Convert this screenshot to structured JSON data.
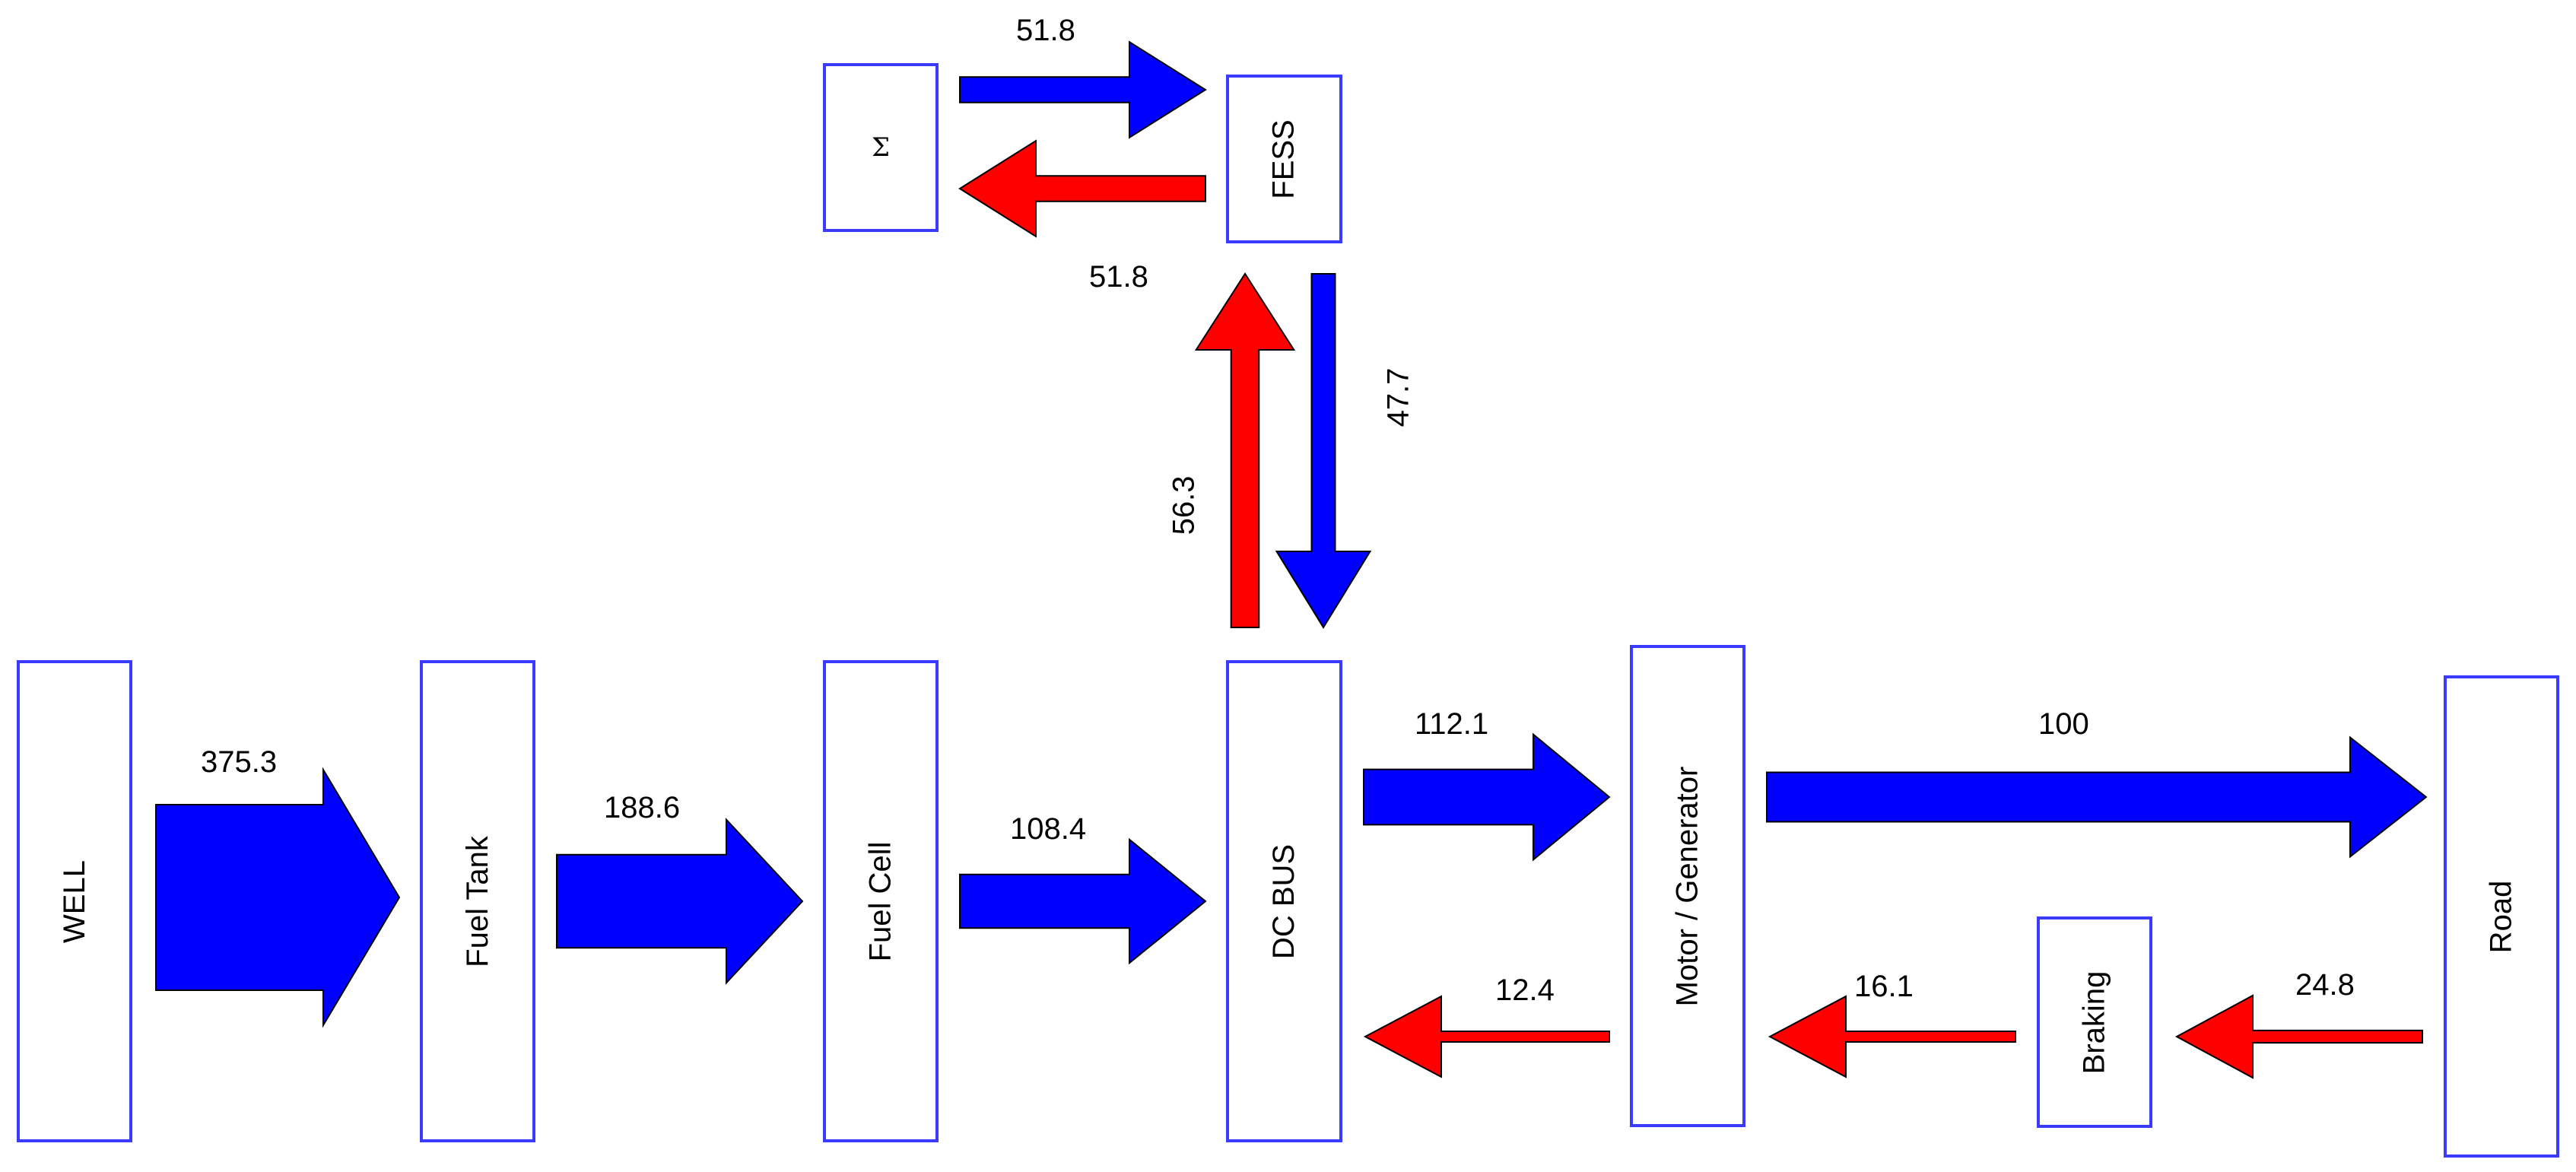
{
  "colors": {
    "forward": "#0000ff",
    "reverse": "#ff0000",
    "box_border": "#3b3bff",
    "outline": "#000000"
  },
  "nodes": {
    "well": "WELL",
    "fuel_tank": "Fuel Tank",
    "fuel_cell": "Fuel Cell",
    "dc_bus": "DC BUS",
    "motor_generator": "Motor / Generator",
    "road": "Road",
    "braking": "Braking",
    "fess": "FESS",
    "sum": "Σ"
  },
  "flows": [
    {
      "id": "well-to-tank",
      "from": "WELL",
      "to": "Fuel Tank",
      "value": 375.3,
      "label": "375.3",
      "direction": "forward"
    },
    {
      "id": "tank-to-cell",
      "from": "Fuel Tank",
      "to": "Fuel Cell",
      "value": 188.6,
      "label": "188.6",
      "direction": "forward"
    },
    {
      "id": "cell-to-bus",
      "from": "Fuel Cell",
      "to": "DC BUS",
      "value": 108.4,
      "label": "108.4",
      "direction": "forward"
    },
    {
      "id": "bus-to-motor",
      "from": "DC BUS",
      "to": "Motor / Generator",
      "value": 112.1,
      "label": "112.1",
      "direction": "forward"
    },
    {
      "id": "motor-to-road",
      "from": "Motor / Generator",
      "to": "Road",
      "value": 100,
      "label": "100",
      "direction": "forward"
    },
    {
      "id": "road-to-braking",
      "from": "Road",
      "to": "Braking",
      "value": 24.8,
      "label": "24.8",
      "direction": "reverse"
    },
    {
      "id": "braking-to-motor",
      "from": "Braking",
      "to": "Motor / Generator",
      "value": 16.1,
      "label": "16.1",
      "direction": "reverse"
    },
    {
      "id": "motor-to-bus",
      "from": "Motor / Generator",
      "to": "DC BUS",
      "value": 12.4,
      "label": "12.4",
      "direction": "reverse"
    },
    {
      "id": "bus-to-fess",
      "from": "DC BUS",
      "to": "FESS",
      "value": 56.3,
      "label": "56.3",
      "direction": "reverse"
    },
    {
      "id": "fess-to-bus",
      "from": "FESS",
      "to": "DC BUS",
      "value": 47.7,
      "label": "47.7",
      "direction": "forward"
    },
    {
      "id": "sum-to-fess",
      "from": "Σ",
      "to": "FESS",
      "value": 51.8,
      "label": "51.8",
      "direction": "forward"
    },
    {
      "id": "fess-to-sum",
      "from": "FESS",
      "to": "Σ",
      "value": 51.8,
      "label": "51.8",
      "direction": "reverse"
    }
  ]
}
